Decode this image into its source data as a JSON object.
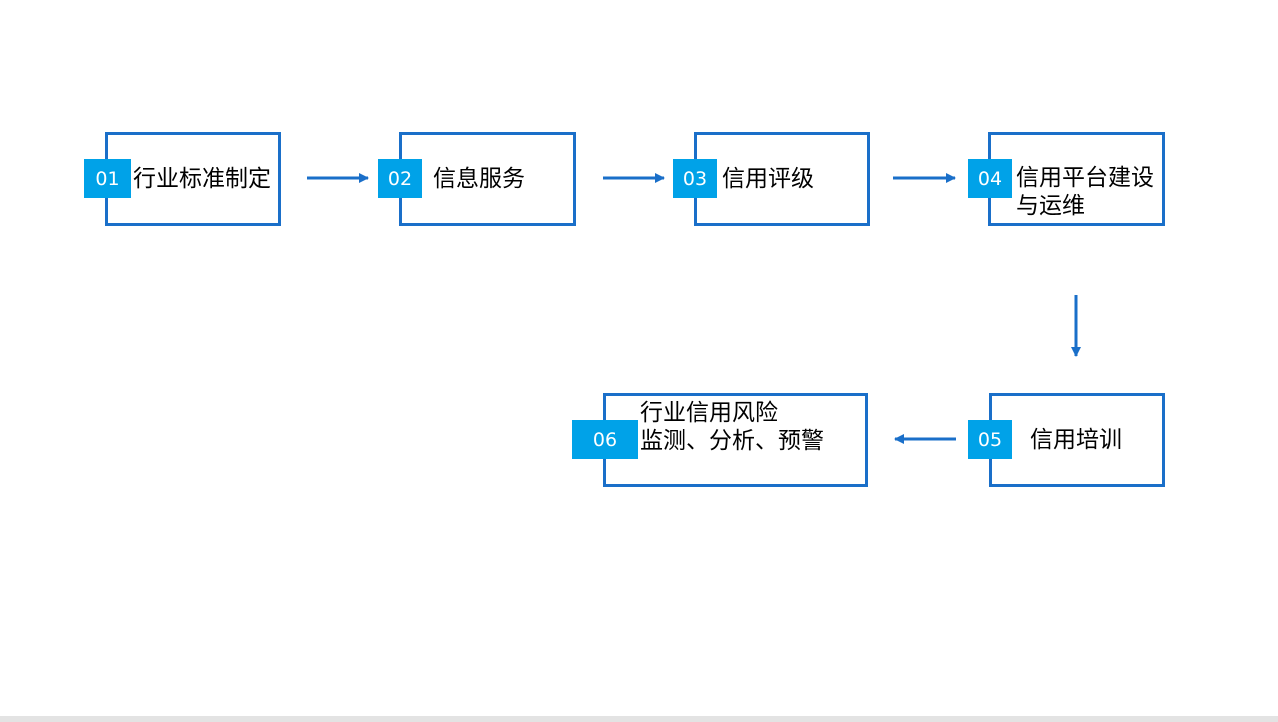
{
  "colors": {
    "box_border": "#1a6fc9",
    "badge_fill": "#00a2e8",
    "arrow": "#1a6fc9"
  },
  "steps": [
    {
      "number": "01",
      "lines": [
        "行业标准制定"
      ]
    },
    {
      "number": "02",
      "lines": [
        "信息服务"
      ]
    },
    {
      "number": "03",
      "lines": [
        "信用评级"
      ]
    },
    {
      "number": "04",
      "lines": [
        "信用平台建设",
        "与运维"
      ]
    },
    {
      "number": "05",
      "lines": [
        "信用培训"
      ]
    },
    {
      "number": "06",
      "lines": [
        "行业信用风险",
        "监测、分析、预警"
      ]
    }
  ]
}
